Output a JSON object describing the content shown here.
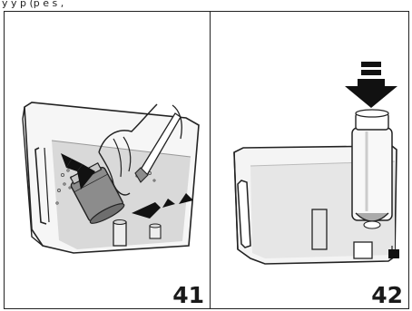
{
  "header": {
    "text": "y y p (p e s , "
  },
  "steps": [
    {
      "number": "41"
    },
    {
      "number": "42"
    }
  ],
  "colors": {
    "line": "#222222",
    "water": "#d9d9d9",
    "tank_fill": "#f4f4f4",
    "filter_dark": "#8c8c8c",
    "arrow": "#111111"
  },
  "icons": {
    "step_41": "filter-soaking-in-tank-illustration",
    "step_42": "insert-filter-arrow-illustration"
  }
}
